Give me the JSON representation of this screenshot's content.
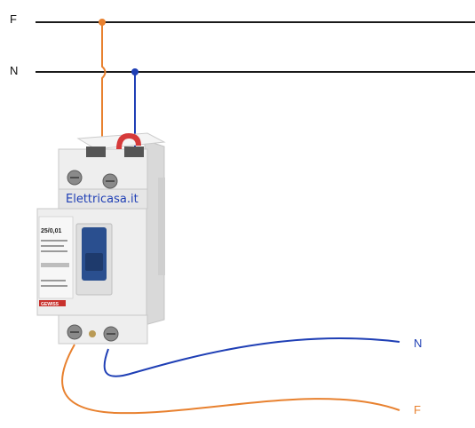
{
  "rails": {
    "phase_label": "F",
    "neutral_label": "N"
  },
  "outputs": {
    "neutral_label": "N",
    "phase_label": "F"
  },
  "device": {
    "watermark": "Elettricasa.it",
    "rating_text": "25/0,01",
    "brand_text": "GEWISS"
  },
  "colors": {
    "phase": "#e8812f",
    "neutral": "#1f3fb5",
    "rail": "#1a1a1a",
    "device_body": "#eeeeee",
    "lever": "#2a4f8f",
    "test_button": "#d63a3a",
    "brand_strip": "#c8312c"
  }
}
